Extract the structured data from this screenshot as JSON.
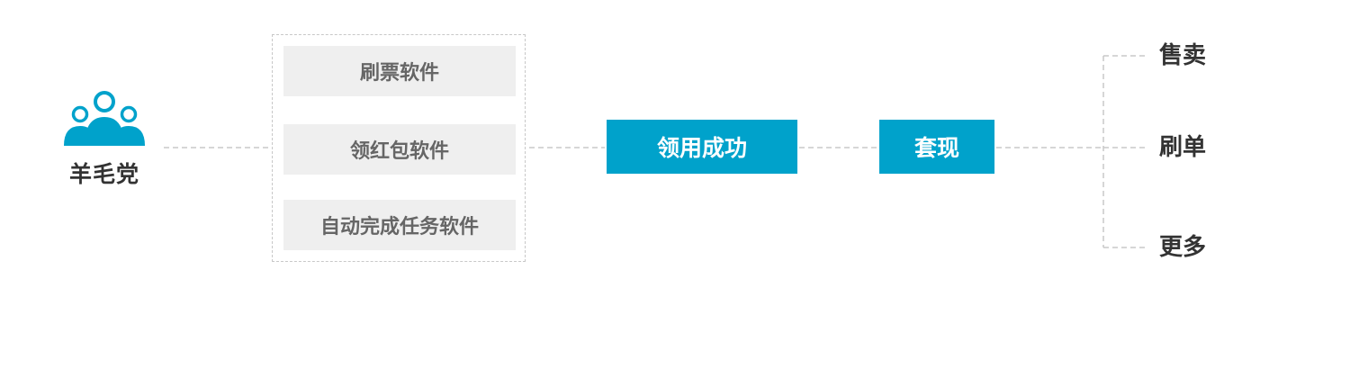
{
  "actor": {
    "icon": "user-group-icon",
    "label": "羊毛党"
  },
  "tools": [
    {
      "label": "刷票软件"
    },
    {
      "label": "领红包软件"
    },
    {
      "label": "自动完成任务软件"
    }
  ],
  "steps": {
    "claim": "领用成功",
    "cashout": "套现"
  },
  "outcomes": [
    {
      "label": "售卖"
    },
    {
      "label": "刷单"
    },
    {
      "label": "更多"
    }
  ],
  "colors": {
    "accent": "#00a2cb",
    "tool_bg": "#efefef",
    "tool_text": "#666666",
    "text": "#333333",
    "connector": "#c8c8c8"
  }
}
